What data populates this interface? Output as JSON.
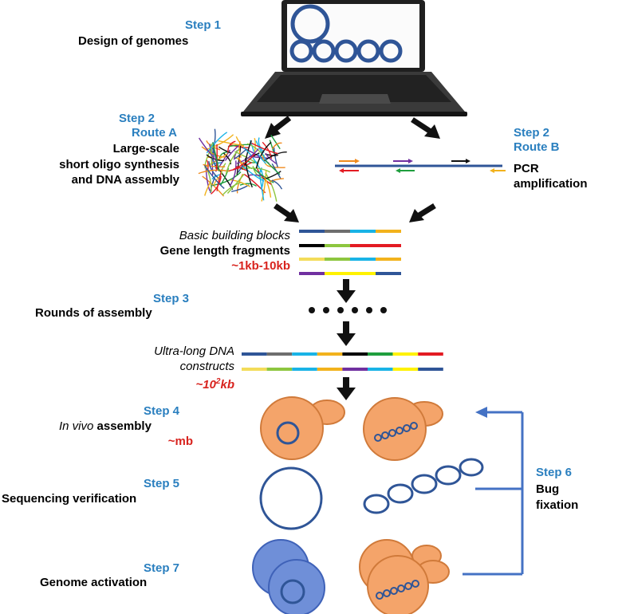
{
  "steps": {
    "s1": {
      "title": "Step 1",
      "text": "Design of genomes"
    },
    "s2a": {
      "title": "Step 2",
      "route": "Route A",
      "lines": [
        "Large-scale",
        "short oligo synthesis",
        "and DNA assembly"
      ]
    },
    "s2b": {
      "title": "Step 2",
      "route": "Route B",
      "lines": [
        "PCR",
        "amplification"
      ]
    },
    "blocks": {
      "line1": "Basic building blocks",
      "line2": "Gene length fragments",
      "size": "~1kb-10kb"
    },
    "s3": {
      "title": "Step 3",
      "text": "Rounds  of assembly"
    },
    "ultra": {
      "line1": "Ultra-long DNA",
      "line2": "constructs",
      "size_prefix": "~10",
      "size_sup": "2",
      "size_suffix": "kb"
    },
    "s4": {
      "title": "Step 4",
      "italic": "In vivo",
      "rest": " assembly",
      "size": "~mb"
    },
    "s5": {
      "title": "Step 5",
      "text": "Sequencing verification"
    },
    "s6": {
      "title": "Step 6",
      "lines": [
        "Bug",
        "fixation"
      ]
    },
    "s7": {
      "title": "Step 7",
      "text": "Genome activation"
    }
  },
  "colors": {
    "step_blue": "#2a7fbf",
    "size_red": "#d8231e",
    "dna_blue": "#2f5597",
    "cell_orange": "#f4a46a",
    "cell_blue": "#6f8fd8",
    "segments": [
      "#2f5597",
      "#6e6e6e",
      "#19b3e6",
      "#f2b21c",
      "#000000",
      "#e31b23",
      "#f3dc5a",
      "#8dc63f",
      "#7030a0",
      "#fff200",
      "#1f9e3e"
    ]
  }
}
